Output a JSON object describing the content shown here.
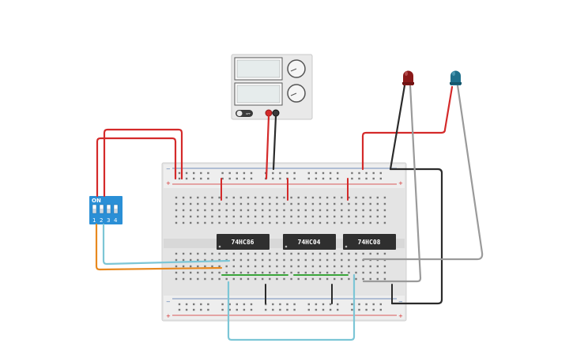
{
  "chips": [
    {
      "label": "74HC86"
    },
    {
      "label": "74HC04"
    },
    {
      "label": "74HC08"
    }
  ],
  "dip_switch": {
    "on_label": "ON",
    "positions": [
      "1",
      "2",
      "3",
      "4"
    ]
  },
  "power_supply": {
    "toggle_label": "OFF"
  },
  "leds": [
    {
      "color": "#8b1a1a"
    },
    {
      "color": "#1f6f8b"
    }
  ],
  "colors": {
    "red_wire": "#d42a2a",
    "black_wire": "#2b2b2b",
    "grey_wire": "#9a9a9a",
    "cyan_wire": "#7cc6d6",
    "orange_wire": "#e8891f",
    "green_wire": "#3aa53a",
    "dip_blue": "#2a8fd6",
    "chip_body": "#2f2f2f",
    "breadboard": "#e6e6e6"
  }
}
